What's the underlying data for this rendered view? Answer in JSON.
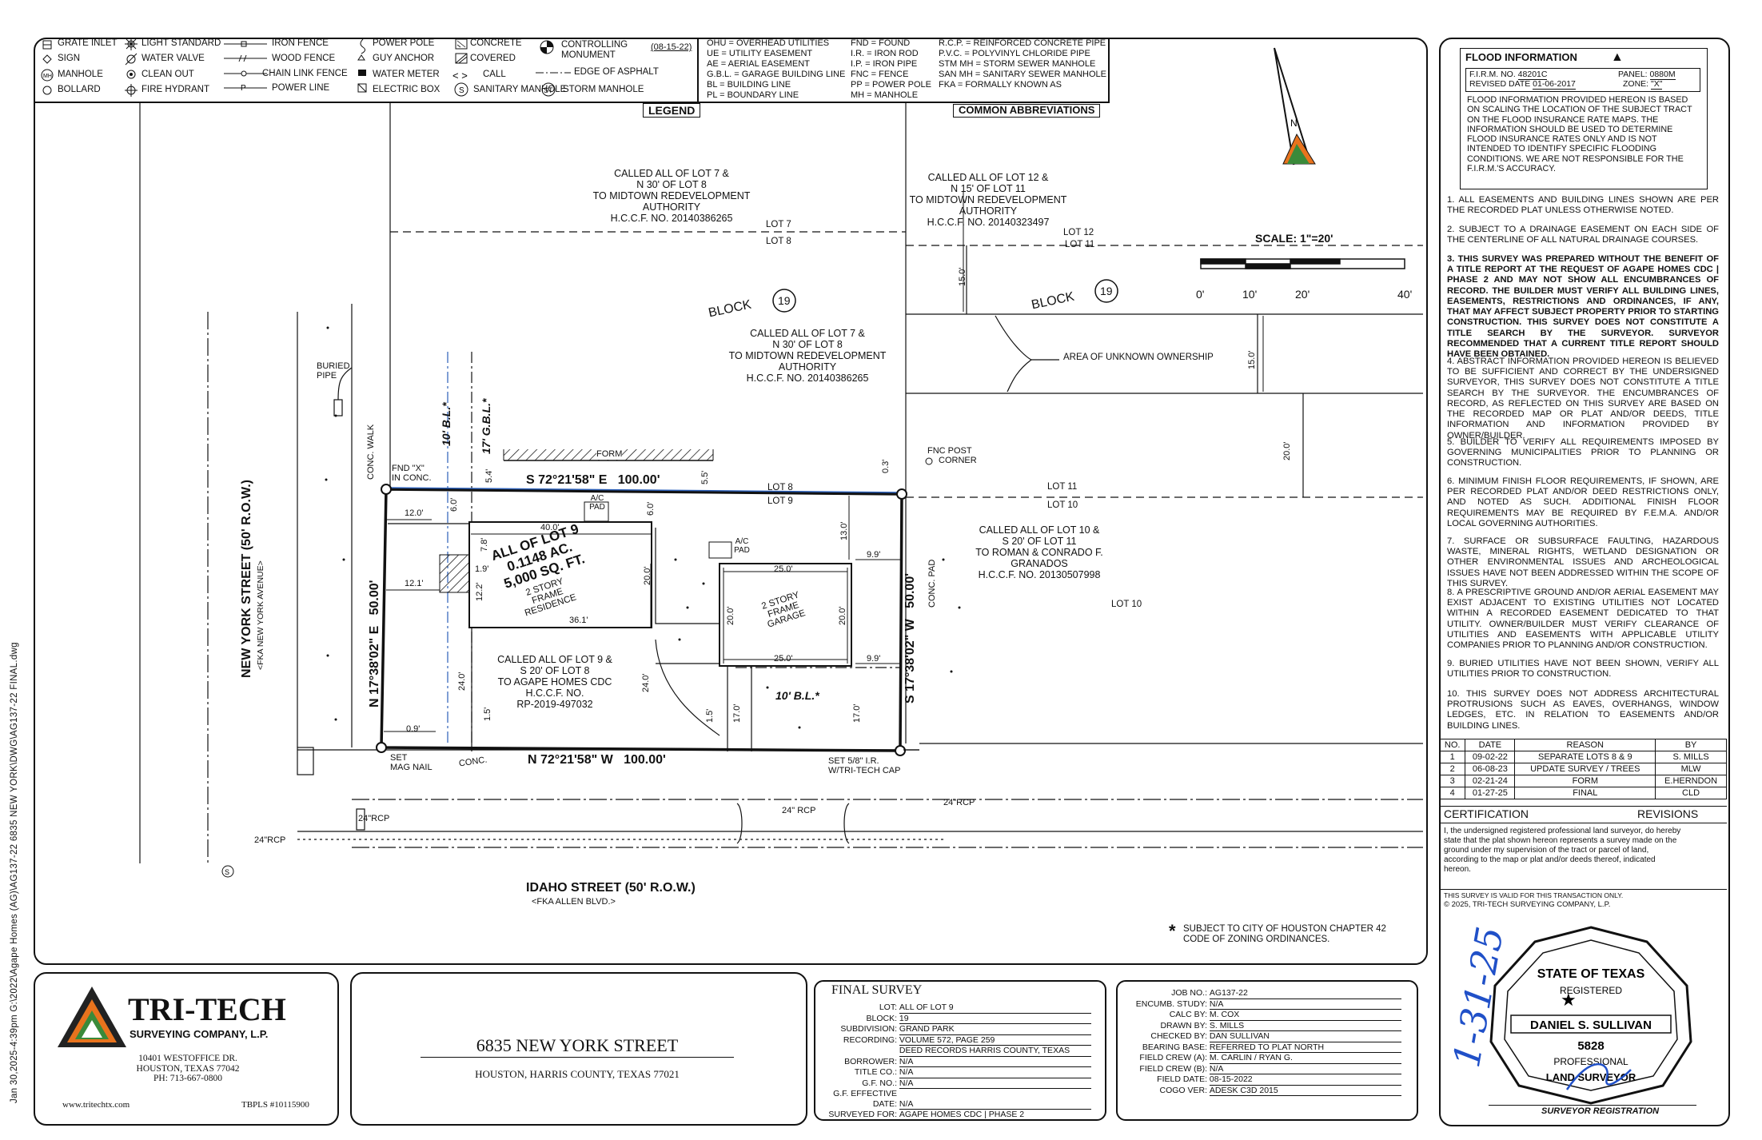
{
  "sidebar_text": "Jan 30,2025-4:39pm  G:\\2022\\Agape Homes (AG)\\AG137-22 6835 NEW YORK\\DWG\\AG137-22 FINAL.dwg",
  "legend": {
    "title": "LEGEND",
    "date": "(08-15-22)",
    "items": [
      "GRATE INLET",
      "SIGN",
      "MANHOLE",
      "BOLLARD",
      "LIGHT STANDARD",
      "WATER VALVE",
      "CLEAN OUT",
      "FIRE HYDRANT",
      "IRON FENCE",
      "WOOD FENCE",
      "CHAIN LINK FENCE",
      "POWER LINE",
      "POWER POLE",
      "GUY ANCHOR",
      "WATER METER",
      "ELECTRIC BOX",
      "CONCRETE",
      "COVERED",
      "CALL",
      "SANITARY MANHOLE",
      "CONTROLLING MONUMENT",
      "EDGE OF ASPHALT",
      "STORM MANHOLE"
    ],
    "marks": {
      "manhole": "MH",
      "sanitary": "S",
      "storm": "ST",
      "call": "< >"
    }
  },
  "abbreviations": {
    "title": "COMMON ABBREVIATIONS",
    "col1": [
      "OHU = OVERHEAD UTILITIES",
      "UE = UTILITY EASEMENT",
      "AE = AERIAL EASEMENT",
      "G.B.L. = GARAGE BUILDING LINE",
      "BL = BUILDING LINE",
      "PL = BOUNDARY LINE"
    ],
    "col2": [
      "FND = FOUND",
      "I.R. = IRON ROD",
      "I.P. = IRON PIPE",
      "FNC = FENCE",
      "PP = POWER POLE",
      "MH = MANHOLE"
    ],
    "col3": [
      "R.C.P. = REINFORCED CONCRETE PIPE",
      "P.V.C. = POLYVINYL CHLORIDE PIPE",
      "STM MH = STORM SEWER MANHOLE",
      "SAN MH = SANITARY SEWER MANHOLE",
      "FKA = FORMALLY KNOWN AS"
    ]
  },
  "drawing": {
    "north": "N",
    "scale": {
      "title": "SCALE: 1\"=20'",
      "ticks": [
        "0'",
        "10'",
        "20'",
        "40'"
      ]
    },
    "north_parcel": [
      "CALLED ALL OF LOT 7 &",
      "N 30' OF LOT 8",
      "TO MIDTOWN REDEVELOPMENT",
      "AUTHORITY",
      "H.C.C.F. NO. 20140386265"
    ],
    "ne_parcel": [
      "CALLED ALL OF LOT 12 &",
      "N 15' OF LOT 11",
      "TO MIDTOWN REDEVELOPMENT",
      "AUTHORITY",
      "H.C.C.F. NO. 20140323497"
    ],
    "mid_parcel": [
      "CALLED ALL OF LOT 7 &",
      "N 30' OF LOT 8",
      "TO MIDTOWN REDEVELOPMENT",
      "AUTHORITY",
      "H.C.C.F. NO. 20140386265"
    ],
    "east_parcel": [
      "CALLED ALL OF LOT 10 &",
      "S 20' OF LOT 11",
      "TO ROMAN & CONRADO F.",
      "GRANADOS",
      "H.C.C.F. NO. 20130507998"
    ],
    "subject_parcel": [
      "CALLED ALL OF LOT 9 &",
      "S 20' OF LOT 8",
      "TO AGAPE HOMES CDC",
      "H.C.C.F. NO.",
      "RP-2019-497032"
    ],
    "lot_title": [
      "ALL OF LOT 9",
      "0.1148 AC.",
      "5,000 SQ. FT."
    ],
    "residence": [
      "2 STORY",
      "FRAME",
      "RESIDENCE"
    ],
    "garage": [
      "2 STORY",
      "FRAME",
      "GARAGE"
    ],
    "block": "BLOCK",
    "block_no": "19",
    "lots": {
      "lot7": "LOT 7",
      "lot8": "LOT 8",
      "lot9": "LOT 9",
      "lot10": "LOT 10",
      "lot11": "LOT 11",
      "lot12": "LOT 12"
    },
    "area_unknown": "AREA OF UNKNOWN OWNERSHIP",
    "street_west": "NEW YORK STREET (50' R.O.W.)",
    "street_west_fka": "<FKA NEW YORK AVENUE>",
    "street_south": "IDAHO STREET (50' R.O.W.)",
    "street_south_fka": "<FKA ALLEN BLVD.>",
    "bearing_n": "S 72°21'58\" E   100.00'",
    "bearing_s": "N 72°21'58\" W   100.00'",
    "bearing_w": "N 17°38'02\" E   50.00'",
    "bearing_e": "S 17°38'02\" W   50.00'",
    "labels": {
      "buried_pipe": [
        "BURIED",
        "PIPE"
      ],
      "conc_walk": "CONC. WALK",
      "fnd_x": [
        "FND \"X\"",
        "IN CONC."
      ],
      "bl10": "10' B.L.*",
      "gbl17": "17' G.B.L.*",
      "form": "FORM",
      "fnc_post": [
        "FNC POST",
        "CORNER"
      ],
      "ac_pad": [
        "A/C",
        "PAD"
      ],
      "ac_pad2": [
        "A/C",
        "PAD"
      ],
      "conc_pad": "CONC. PAD",
      "set_mag": [
        "SET",
        "MAG NAIL"
      ],
      "set_ir": [
        "SET 5/8\" I.R.",
        "W/TRI-TECH CAP"
      ],
      "conc": "CONC.",
      "rcp24": "24\" RCP",
      "rcp24b": "24\"RCP",
      "rcp24c": "24\"RCP",
      "rcp24d": "24\"RCP",
      "bl10_south": "10' B.L.*"
    },
    "dims": {
      "d40": "40.0'",
      "d36": "36.1'",
      "d12a": "12.0'",
      "d12b": "12.1'",
      "d6a": "6.0'",
      "d6b": "6.0'",
      "d78": "7.8'",
      "d122": "12.2'",
      "d19": "1.9'",
      "d20a": "20.0'",
      "d20b": "20.0'",
      "d20c": "20.0'",
      "d25a": "25.0'",
      "d25b": "25.0'",
      "d99a": "9.9'",
      "d99b": "9.9'",
      "d13": "13.0'",
      "d24a": "24.0'",
      "d24b": "24.0'",
      "d15a": "1.5'",
      "d15b": "1.5'",
      "d17a": "17.0'",
      "d17b": "17.0'",
      "d09": "0.9'",
      "d03": "0.3'",
      "d54": "5.4'",
      "d55": "5.5'",
      "d150a": "15.0'",
      "d150b": "15.0'",
      "d200": "20.0'"
    },
    "zoning_note": [
      "SUBJECT TO CITY OF HOUSTON CHAPTER 42",
      "CODE OF ZONING ORDINANCES."
    ],
    "asterisk": "*"
  },
  "flood": {
    "title": "FLOOD INFORMATION",
    "firm_label": "F.I.R.M. NO.",
    "firm": "48201C",
    "panel_label": "PANEL:",
    "panel": "0880M",
    "revised_label": "REVISED DATE",
    "revised": "01-06-2017",
    "zone_label": "ZONE:",
    "zone": "\"X\"",
    "text": "FLOOD INFORMATION PROVIDED HEREON IS BASED ON SCALING THE LOCATION OF THE SUBJECT TRACT ON THE FLOOD INSURANCE RATE MAPS. THE INFORMATION SHOULD BE USED TO DETERMINE FLOOD INSURANCE RATES ONLY AND IS NOT INTENDED TO IDENTIFY SPECIFIC FLOODING CONDITIONS. WE ARE NOT RESPONSIBLE FOR THE F.I.R.M.'S ACCURACY."
  },
  "notes": [
    "1.   ALL EASEMENTS AND BUILDING LINES SHOWN ARE PER THE RECORDED PLAT UNLESS OTHERWISE NOTED.",
    "2.   SUBJECT TO A DRAINAGE EASEMENT ON EACH SIDE OF THE CENTERLINE OF ALL NATURAL DRAINAGE COURSES.",
    "3.  THIS SURVEY WAS PREPARED WITHOUT THE BENEFIT OF A TITLE REPORT AT THE REQUEST OF AGAPE HOMES CDC | PHASE 2 AND MAY NOT SHOW ALL ENCUMBRANCES OF RECORD. THE BUILDER MUST VERIFY ALL BUILDING LINES, EASEMENTS, RESTRICTIONS AND ORDINANCES, IF ANY, THAT MAY AFFECT SUBJECT PROPERTY PRIOR TO STARTING CONSTRUCTION. THIS SURVEY DOES NOT CONSTITUTE A TITLE SEARCH BY THE SURVEYOR. SURVEYOR RECOMMENDED THAT A CURRENT TITLE REPORT SHOULD HAVE BEEN OBTAINED.",
    "4.   ABSTRACT INFORMATION PROVIDED HEREON IS BELIEVED TO BE SUFFICIENT AND CORRECT BY THE UNDERSIGNED SURVEYOR, THIS SURVEY DOES NOT CONSTITUTE A TITLE SEARCH BY THE SURVEYOR. THE ENCUMBRANCES OF RECORD, AS REFLECTED ON THIS SURVEY ARE BASED ON THE RECORDED MAP OR PLAT AND/OR DEEDS, TITLE INFORMATION AND INFORMATION PROVIDED BY OWNER/BUILDER.",
    "5.   BUILDER TO VERIFY ALL REQUIREMENTS IMPOSED BY GOVERNING MUNICIPALITIES PRIOR TO PLANNING OR CONSTRUCTION.",
    "6.   MINIMUM FINISH FLOOR REQUIREMENTS, IF SHOWN, ARE PER RECORDED PLAT AND/OR DEED RESTRICTIONS ONLY, AND NOTED AS SUCH. ADDITIONAL FINISH FLOOR REQUIREMENTS MAY BE REQUIRED BY F.E.M.A. AND/OR LOCAL GOVERNING AUTHORITIES.",
    "7.   SURFACE OR SUBSURFACE FAULTING, HAZARDOUS WASTE, MINERAL RIGHTS, WETLAND DESIGNATION OR OTHER ENVIRONMENTAL ISSUES AND ARCHEOLOGICAL ISSUES HAVE NOT BEEN ADDRESSED WITHIN THE SCOPE OF THIS SURVEY.",
    "8.   A PRESCRIPTIVE GROUND AND/OR AERIAL EASEMENT MAY EXIST ADJACENT TO EXISTING UTILITIES NOT LOCATED WITHIN A RECORDED EASEMENT DEDICATED TO THAT UTILITY. OWNER/BUILDER MUST VERIFY CLEARANCE OF UTILITIES AND EASEMENTS WITH APPLICABLE UTILITY COMPANIES PRIOR TO PLANNING AND/OR CONSTRUCTION.",
    "9.   BURIED UTILITIES HAVE NOT BEEN SHOWN, VERIFY ALL UTILITIES PRIOR TO CONSTRUCTION.",
    "10.  THIS SURVEY DOES NOT ADDRESS ARCHITECTURAL PROTRUSIONS SUCH AS EAVES, OVERHANGS, WINDOW LEDGES, ETC. IN RELATION TO EASEMENTS AND/OR BUILDING LINES."
  ],
  "revisions": {
    "headers": [
      "NO.",
      "DATE",
      "REASON",
      "BY"
    ],
    "rows": [
      [
        "1",
        "09-02-22",
        "SEPARATE LOTS 8 & 9",
        "S. MILLS"
      ],
      [
        "2",
        "06-08-23",
        "UPDATE SURVEY / TREES",
        "MLW"
      ],
      [
        "3",
        "02-21-24",
        "FORM",
        "E.HERNDON"
      ],
      [
        "4",
        "01-27-25",
        "FINAL",
        "CLD"
      ]
    ],
    "title": "REVISIONS"
  },
  "certification": {
    "title": "CERTIFICATION",
    "text": "I, the undersigned registered professional land surveyor, do hereby state that the plat shown hereon represents a survey made on the ground under my supervision of the tract or parcel of land, according to the map or plat and/or deeds thereof, indicated hereon.",
    "valid": "THIS SURVEY IS VALID FOR THIS TRANSACTION ONLY.",
    "copyright": "© 2025, TRI-TECH SURVEYING COMPANY, L.P."
  },
  "seal": {
    "top": "STATE OF TEXAS",
    "registered": "REGISTERED",
    "name": "DANIEL S. SULLIVAN",
    "number": "5828",
    "professional": "PROFESSIONAL",
    "bottom": "LAND SURVEYOR",
    "date_hand": "1-31-25",
    "footer": "SURVEYOR REGISTRATION"
  },
  "company": {
    "name": "TRI-TECH",
    "sub": "SURVEYING COMPANY, L.P.",
    "addr1": "10401 WESTOFFICE DR.",
    "addr2": "HOUSTON, TEXAS 77042",
    "phone": "PH: 713-667-0800",
    "web": "www.tritechtx.com",
    "tbpls": "TBPLS #10115900",
    "colors": {
      "orange": "#e8731d",
      "green": "#3a8a3a",
      "dark": "#222222"
    }
  },
  "address": {
    "line1": "6835 NEW YORK STREET",
    "line2": "HOUSTON, HARRIS COUNTY, TEXAS 77021"
  },
  "final_survey": {
    "title": "FINAL SURVEY",
    "fields": [
      [
        "LOT:",
        "ALL OF LOT 9"
      ],
      [
        "BLOCK:",
        "19"
      ],
      [
        "SUBDIVISION:",
        "GRAND PARK"
      ],
      [
        "RECORDING:",
        "VOLUME 572, PAGE 259"
      ],
      [
        "",
        "DEED RECORDS HARRIS COUNTY, TEXAS"
      ],
      [
        "BORROWER:",
        "N/A"
      ],
      [
        "TITLE CO.:",
        "N/A"
      ],
      [
        "G.F. NO.:",
        "N/A"
      ],
      [
        "G.F. EFFECTIVE DATE:",
        "N/A"
      ],
      [
        "SURVEYED FOR:",
        "AGAPE HOMES CDC | PHASE 2"
      ]
    ]
  },
  "job": {
    "fields": [
      [
        "JOB NO.:",
        "AG137-22"
      ],
      [
        "ENCUMB. STUDY:",
        "N/A"
      ],
      [
        "CALC BY:",
        "M. COX"
      ],
      [
        "DRAWN BY:",
        "S. MILLS"
      ],
      [
        "CHECKED BY:",
        "DAN SULLIVAN"
      ],
      [
        "BEARING BASE:",
        "REFERRED TO PLAT NORTH"
      ],
      [
        "FIELD CREW (A):",
        "M. CARLIN / RYAN G."
      ],
      [
        "FIELD CREW (B):",
        "N/A"
      ],
      [
        "FIELD DATE:",
        "08-15-2022"
      ],
      [
        "COGO VER:",
        "ADESK C3D 2015"
      ]
    ]
  }
}
